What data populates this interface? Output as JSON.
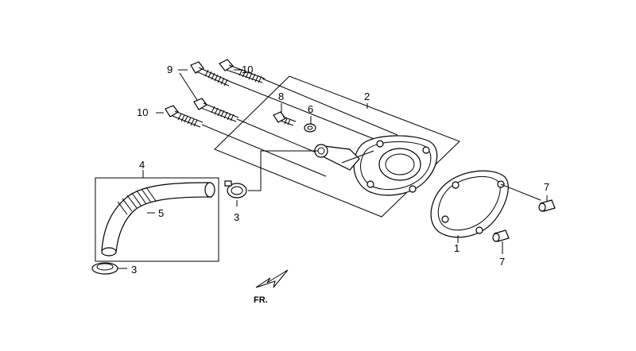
{
  "callouts": {
    "c1": "1",
    "c2": "2",
    "c3a": "3",
    "c3b": "3",
    "c4": "4",
    "c5": "5",
    "c6": "6",
    "c7a": "7",
    "c7b": "7",
    "c8": "8",
    "c9": "9",
    "c10a": "10",
    "c10b": "10"
  },
  "direction_label": "FR."
}
